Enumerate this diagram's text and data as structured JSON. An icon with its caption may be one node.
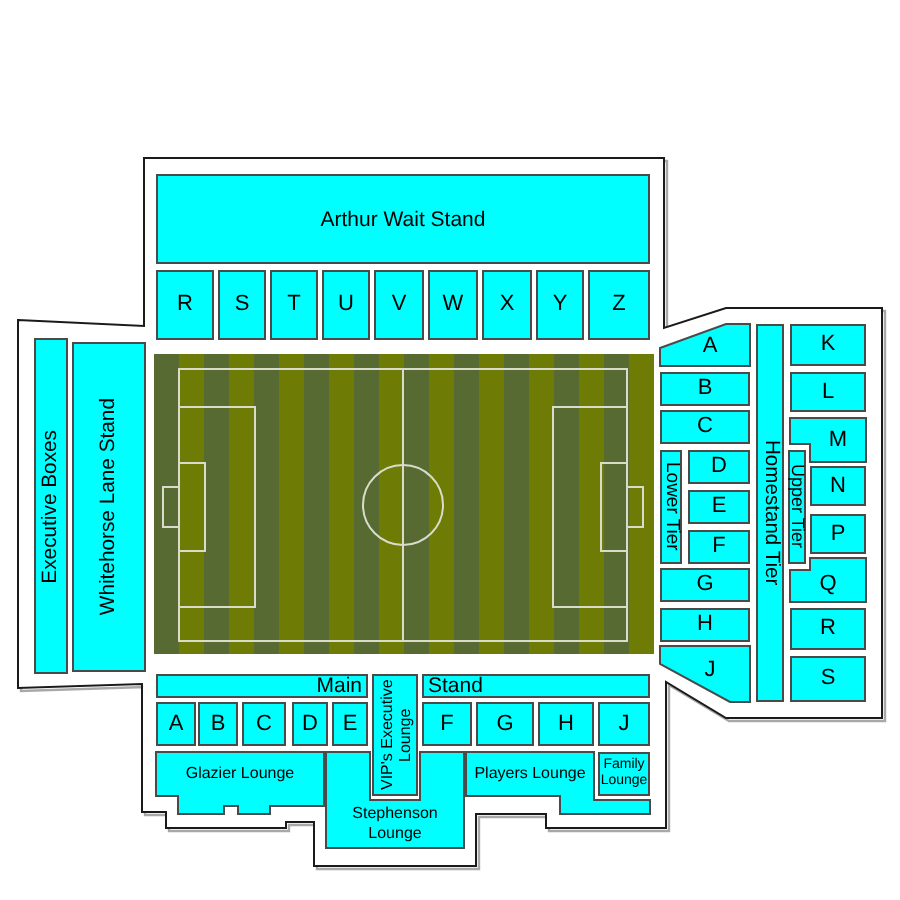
{
  "diagram": {
    "nodes": [
      {
        "text": [
          "Arthur Wait Stand"
        ]
      },
      {
        "text": [
          "R"
        ]
      },
      {
        "text": [
          "S"
        ]
      },
      {
        "text": [
          "T"
        ]
      },
      {
        "text": [
          "U"
        ]
      },
      {
        "text": [
          "V"
        ]
      },
      {
        "text": [
          "W"
        ]
      },
      {
        "text": [
          "X"
        ]
      },
      {
        "text": [
          "Y"
        ]
      },
      {
        "text": [
          "Z"
        ]
      },
      {
        "text": [
          "Executive Boxes"
        ]
      },
      {
        "text": [
          "Whitehorse Lane Stand"
        ]
      },
      {
        "text": [
          "A"
        ]
      },
      {
        "text": [
          "B"
        ]
      },
      {
        "text": [
          "C"
        ]
      },
      {
        "text": [
          "Lower Tier"
        ]
      },
      {
        "text": [
          "D"
        ]
      },
      {
        "text": [
          "E"
        ]
      },
      {
        "text": [
          "F"
        ]
      },
      {
        "text": [
          "G"
        ]
      },
      {
        "text": [
          "H"
        ]
      },
      {
        "text": [
          "J"
        ]
      },
      {
        "text": [
          "Homestand Tier"
        ]
      },
      {
        "text": [
          "K"
        ]
      },
      {
        "text": [
          "L"
        ]
      },
      {
        "text": [
          "M"
        ]
      },
      {
        "text": [
          "Upper Tier"
        ]
      },
      {
        "text": [
          "N"
        ]
      },
      {
        "text": [
          "P"
        ]
      },
      {
        "text": [
          "Q"
        ]
      },
      {
        "text": [
          "R"
        ]
      },
      {
        "text": [
          "S"
        ]
      },
      {
        "text": [
          "Main"
        ]
      },
      {
        "text": [
          "VIP's Executive Lounge"
        ]
      },
      {
        "text": [
          "Stand"
        ]
      },
      {
        "text": [
          "A"
        ]
      },
      {
        "text": [
          "B"
        ]
      },
      {
        "text": [
          "C"
        ]
      },
      {
        "text": [
          "D"
        ]
      },
      {
        "text": [
          "E"
        ]
      },
      {
        "text": [
          "F"
        ]
      },
      {
        "text": [
          "G"
        ]
      },
      {
        "text": [
          "H"
        ]
      },
      {
        "text": [
          "J"
        ]
      },
      {
        "text": [
          "Glazier Lounge"
        ]
      },
      {
        "text": [
          "Stephenson Lounge"
        ]
      },
      {
        "text": [
          "Players Lounge"
        ]
      },
      {
        "text": [
          "Family Lounge"
        ]
      }
    ]
  }
}
